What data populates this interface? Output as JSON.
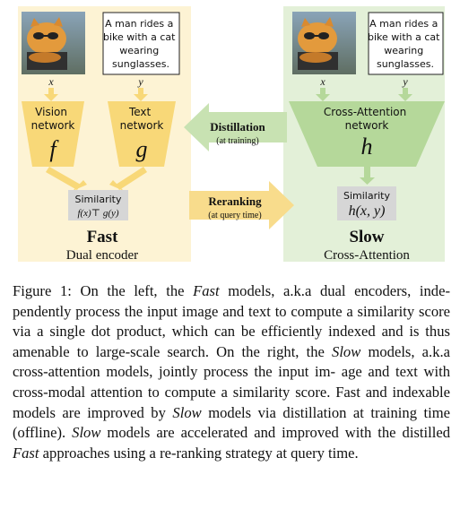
{
  "figure": {
    "fast": {
      "caption_text": "A man rides a bike with a cat wearing sunglasses.",
      "caption_lines": [
        "A man rides a",
        "bike with a cat",
        "wearing",
        "sunglasses."
      ],
      "x_label": "x",
      "y_label": "y",
      "vision_lines": [
        "Vision",
        "network"
      ],
      "vision_symbol": "f",
      "text_lines": [
        "Text",
        "network"
      ],
      "text_symbol": "g",
      "similarity_label": "Similarity",
      "similarity_formula": "f(x)⊤ g(y)",
      "title": "Fast",
      "subtitle": "Dual encoder"
    },
    "slow": {
      "caption_lines": [
        "A man rides a",
        "bike with a cat",
        "wearing",
        "sunglasses."
      ],
      "x_label": "x",
      "y_label": "y",
      "network_lines": [
        "Cross-Attention",
        "network"
      ],
      "network_symbol": "h",
      "similarity_label": "Similarity",
      "similarity_formula": "h(x, y)",
      "title": "Slow",
      "subtitle": "Cross-Attention"
    },
    "distillation": {
      "label": "Distillation",
      "sub": "(at training)"
    },
    "reranking": {
      "label": "Reranking",
      "sub": "(at query time)"
    },
    "colors": {
      "fast_panel": "#fdf3d4",
      "fast_accent": "#f8d878",
      "slow_panel": "#e3f0d8",
      "slow_accent": "#b5d89a",
      "arrow_fast": "#f8dc8c",
      "arrow_slow": "#c8e2b2",
      "similarity_box": "#d6d6d6"
    }
  },
  "caption": {
    "lines": [
      [
        {
          "t": "Figure 1: On the left, the "
        },
        {
          "t": "Fast",
          "i": true
        },
        {
          "t": " models, a.k.a dual encoders, inde-"
        }
      ],
      [
        {
          "t": "pendently process the input image and text to compute a similarity"
        }
      ],
      [
        {
          "t": "score via a single dot product, which can be efficiently indexed"
        }
      ],
      [
        {
          "t": "and is thus amenable to large-scale search. On the right, the "
        },
        {
          "t": "Slow",
          "i": true
        }
      ],
      [
        {
          "t": "models, a.k.a cross-attention models, jointly process the input im-"
        }
      ],
      [
        {
          "t": "age and text with cross-modal attention to compute a similarity"
        }
      ],
      [
        {
          "t": "score. Fast and indexable models are improved by "
        },
        {
          "t": "Slow",
          "i": true
        },
        {
          "t": " models via"
        }
      ],
      [
        {
          "t": "distillation at training time (offline). "
        },
        {
          "t": "Slow",
          "i": true
        },
        {
          "t": " models are accelerated"
        }
      ],
      [
        {
          "t": "and improved with the distilled "
        },
        {
          "t": "Fast",
          "i": true
        },
        {
          "t": " approaches using a re-ranking"
        }
      ],
      [
        {
          "t": "strategy at query time."
        }
      ]
    ]
  }
}
